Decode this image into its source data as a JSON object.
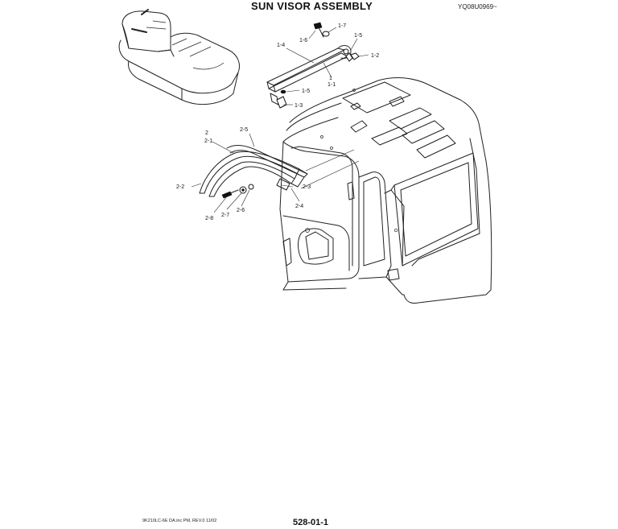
{
  "header": {
    "title": "SUN VISOR ASSEMBLY",
    "image_code": "YQ08U0969~"
  },
  "footer": {
    "source_note": "9K210LC-6E DA.inc PM, REV.0 11/02",
    "page_number": "528-01-1"
  },
  "callouts": {
    "c1": "1",
    "c1_1": "1-1",
    "c1_2": "1-2",
    "c1_3": "1-3",
    "c1_4": "1-4",
    "c1_5a": "1-5",
    "c1_5b": "1-5",
    "c1_6": "1-6",
    "c1_7": "1-7",
    "c2": "2",
    "c2_1": "2-1",
    "c2_2": "2-2",
    "c2_3": "2-3",
    "c2_4": "2-4",
    "c2_5": "2-5",
    "c2_6": "2-6",
    "c2_7": "2-7",
    "c2_8": "2-8"
  }
}
